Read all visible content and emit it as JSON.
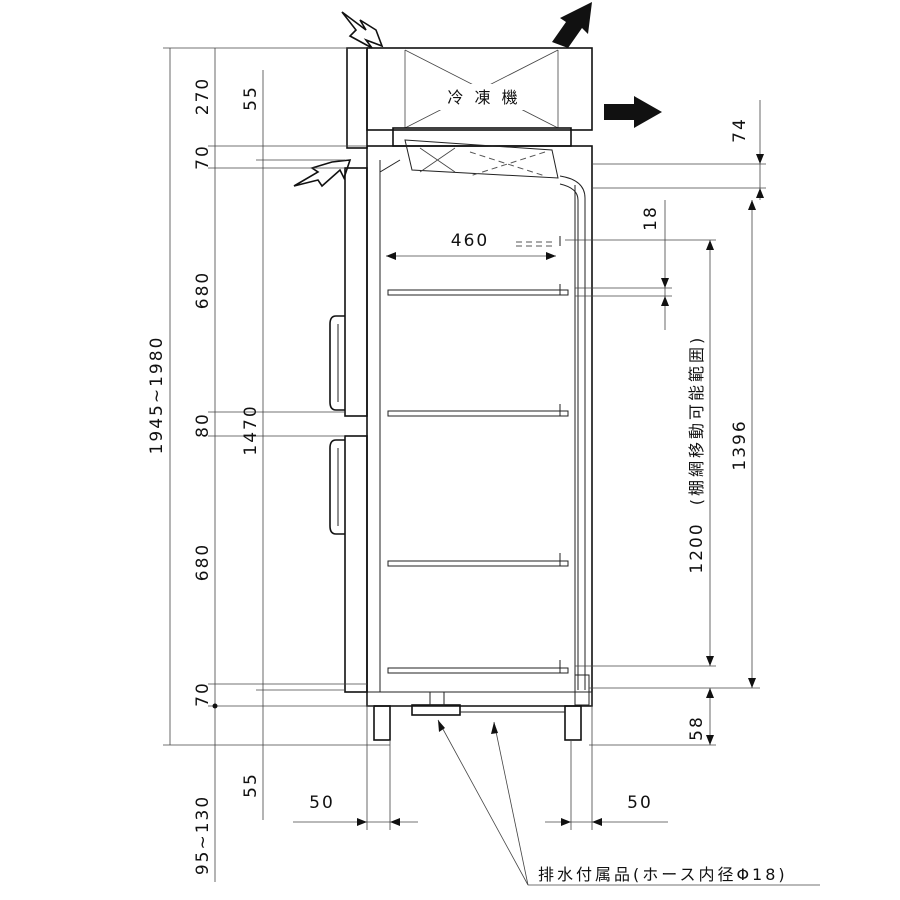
{
  "labels": {
    "refrigeration_unit": "冷 凍 機",
    "shelf_range": "(棚網移動可能範囲)",
    "drain_accessory": "排水付属品(ホース内径Φ18)"
  },
  "dimensions": {
    "total_height": "1945~1980",
    "unit_height": "270",
    "gap_top": "55",
    "top_panel": "70",
    "upper_door": "680",
    "divider": "80",
    "lower_door": "680",
    "bottom_panel": "70",
    "inner_height": "1470",
    "gap_bottom": "55",
    "foot_height": "95~130",
    "inner_depth": "460",
    "top_offset": "74",
    "shelf_gap": "18",
    "shelf_height": "1396",
    "shelf_range_value": "1200",
    "bottom_offset": "58",
    "left_clearance": "50",
    "right_clearance": "50"
  }
}
